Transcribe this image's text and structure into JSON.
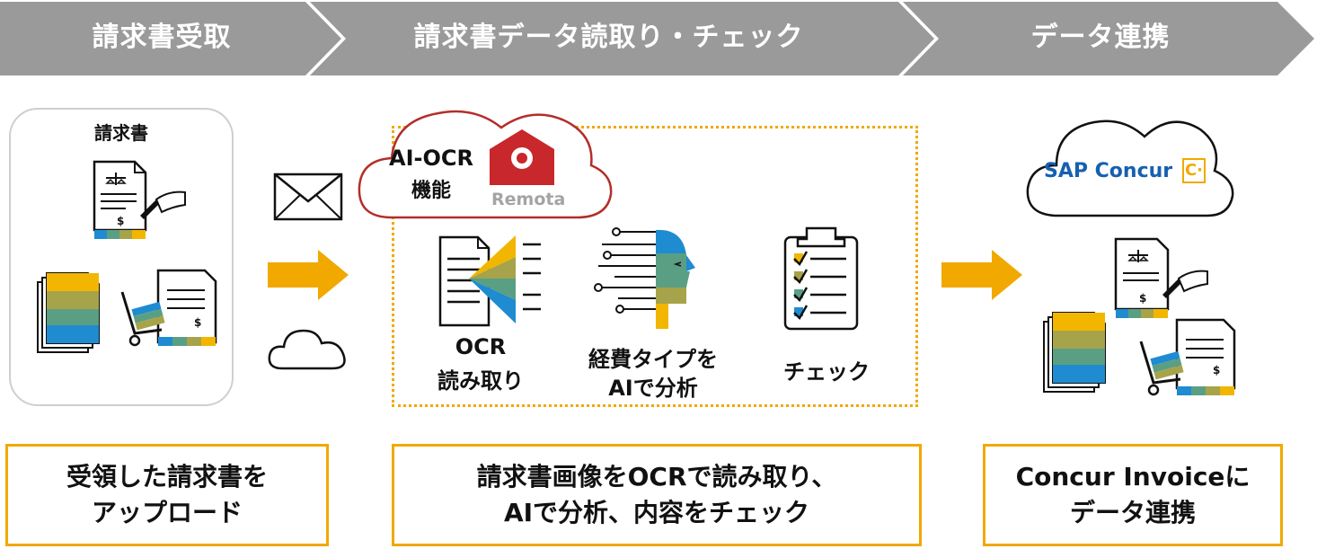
{
  "stages": [
    {
      "label": "請求書受取"
    },
    {
      "label": "請求書データ読取り・チェック"
    },
    {
      "label": "データ連携"
    }
  ],
  "receive": {
    "doc_label": "請求書"
  },
  "ocr": {
    "cloud_line1": "AI-OCR",
    "cloud_line2": "機能",
    "logo_text": "Remota",
    "steps": [
      {
        "line1": "OCR",
        "line2": "読み取り"
      },
      {
        "line1": "経費タイプを",
        "line2": "AIで分析"
      },
      {
        "line1": "チェック",
        "line2": ""
      }
    ]
  },
  "concur": {
    "logo_text": "SAP Concur",
    "logo_mark": "C·"
  },
  "summaries": [
    {
      "line1": "受領した請求書を",
      "line2": "アップロード"
    },
    {
      "line1": "請求書画像をOCRで読み取り、",
      "line2": "AIで分析、内容をチェック"
    },
    {
      "line1": "Concur Invoiceに",
      "line2": "データ連携"
    }
  ],
  "colors": {
    "banner": "#9a9a9a",
    "accent": "#f1a900",
    "yellow": "#f2b600",
    "olive": "#a7a34a",
    "teal": "#5a9f83",
    "blue": "#1f8bd0",
    "remota_red": "#c8272b",
    "concur_blue": "#1660b1"
  }
}
